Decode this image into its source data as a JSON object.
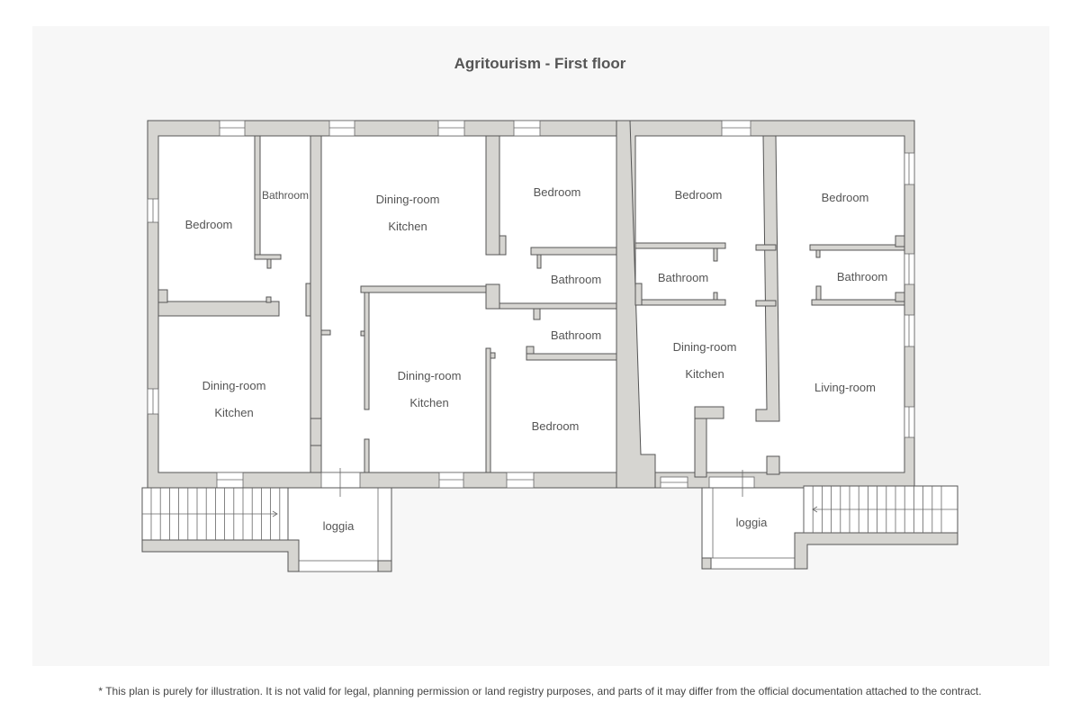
{
  "title": "Agritourism - First floor",
  "footnote": "* This plan is purely for illustration. It is not valid for legal, planning permission or land registry purposes, and parts of it may differ from the official documentation attached to the contract.",
  "rooms": [
    {
      "name": "Bedroom"
    },
    {
      "name": "Bathroom"
    },
    {
      "name": "Dining-room",
      "sub": "Kitchen"
    },
    {
      "name": "Bedroom"
    },
    {
      "name": "Bathroom"
    },
    {
      "name": "Dining-room",
      "sub": "Kitchen"
    },
    {
      "name": "Dining-room",
      "sub": "Kitchen"
    },
    {
      "name": "Bathroom"
    },
    {
      "name": "Bedroom"
    },
    {
      "name": "Bedroom"
    },
    {
      "name": "Bathroom"
    },
    {
      "name": "Dining-room",
      "sub": "Kitchen"
    },
    {
      "name": "Bedroom"
    },
    {
      "name": "Bathroom"
    },
    {
      "name": "Living-room"
    },
    {
      "name": "loggia"
    },
    {
      "name": "loggia"
    }
  ],
  "colors": {
    "wall": "#d6d5d1",
    "line": "#555555",
    "panel": "#f7f7f7"
  }
}
